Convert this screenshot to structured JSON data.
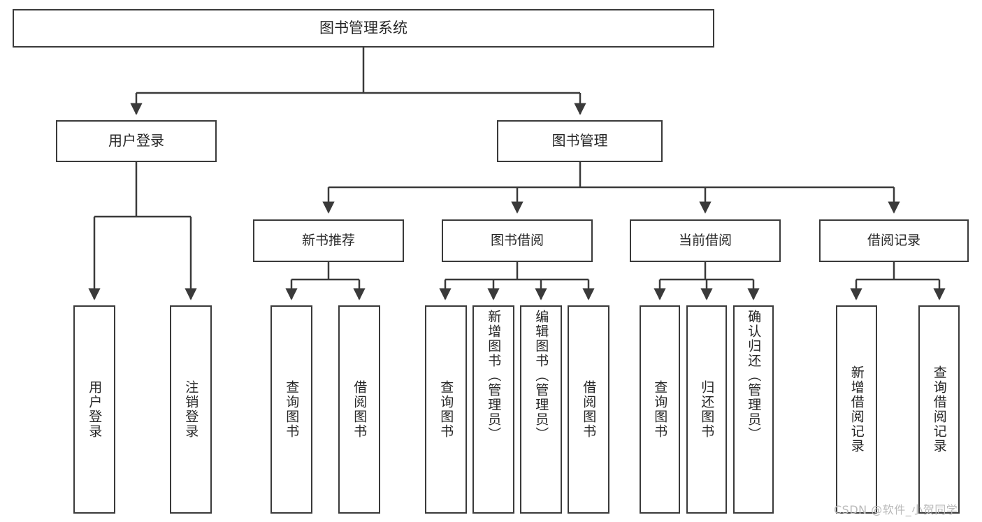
{
  "diagram": {
    "title": "图书管理系统",
    "type": "tree",
    "watermark": "CSDN @软件_小贺同学",
    "colors": {
      "box_border": "#3a3a3a",
      "box_fill": "#ffffff",
      "connector": "#3a3a3a",
      "text": "#262626",
      "watermark": "#b9b9b9",
      "background": "#ffffff"
    },
    "root": {
      "label": "图书管理系统"
    },
    "level2": [
      {
        "label": "用户登录"
      },
      {
        "label": "图书管理"
      }
    ],
    "level3": [
      {
        "label": "新书推荐"
      },
      {
        "label": "图书借阅"
      },
      {
        "label": "当前借阅"
      },
      {
        "label": "借阅记录"
      }
    ],
    "leaves": {
      "user_login": [
        {
          "label": "用户登录"
        },
        {
          "label": "注销登录"
        }
      ],
      "new_book": [
        {
          "label": "查询图书"
        },
        {
          "label": "借阅图书"
        }
      ],
      "book_borrow": [
        {
          "label": "查询图书"
        },
        {
          "label": "新增图书（管理员）"
        },
        {
          "label": "编辑图书（管理员）"
        },
        {
          "label": "借阅图书"
        }
      ],
      "current_borrow": [
        {
          "label": "查询图书"
        },
        {
          "label": "归还图书"
        },
        {
          "label": "确认归还（管理员）"
        }
      ],
      "borrow_record": [
        {
          "label": "新增借阅记录"
        },
        {
          "label": "查询借阅记录"
        }
      ]
    }
  }
}
